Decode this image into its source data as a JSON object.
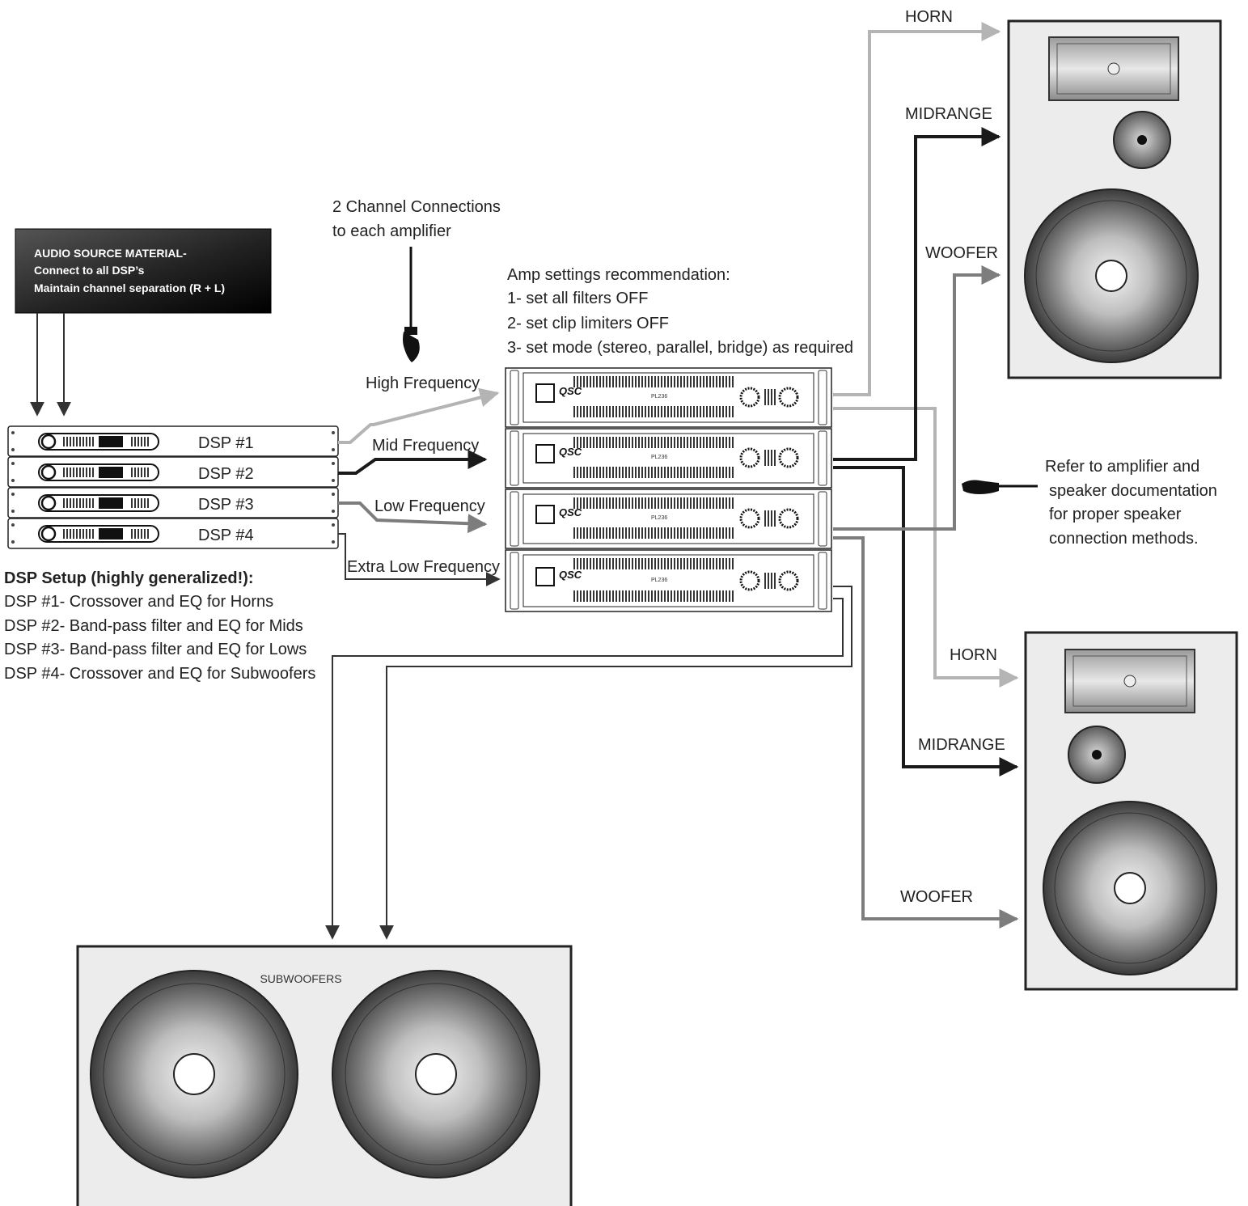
{
  "source_box": {
    "line1": "AUDIO SOURCE MATERIAL-",
    "line2": "Connect to all DSP’s",
    "line3": "Maintain channel separation (R + L)"
  },
  "dsp_units": [
    {
      "label": "DSP #1"
    },
    {
      "label": "DSP #2"
    },
    {
      "label": "DSP #3"
    },
    {
      "label": "DSP #4"
    }
  ],
  "dsp_setup": {
    "heading": "DSP Setup (highly generalized!):",
    "lines": [
      "DSP #1- Crossover and EQ for Horns",
      "DSP #2- Band-pass filter and EQ for Mids",
      "DSP #3- Band-pass filter and EQ for Lows",
      "DSP #4- Crossover and EQ for Subwoofers"
    ]
  },
  "channel_note": {
    "line1": "2 Channel Connections",
    "line2": "to each amplifier"
  },
  "amp_settings": {
    "heading": "Amp settings recommendation:",
    "lines": [
      "1- set all filters OFF",
      "2- set clip limiters OFF",
      "3- set mode (stereo, parallel, bridge) as required"
    ]
  },
  "freq_labels": {
    "high": "High Frequency",
    "mid": "Mid Frequency",
    "low": "Low Frequency",
    "xlow": "Extra Low Frequency"
  },
  "amp_brand": "QSC",
  "amp_model": "PL236",
  "speaker_top": {
    "horn": "HORN",
    "mid": "MIDRANGE",
    "woofer": "WOOFER"
  },
  "speaker_bottom": {
    "horn": "HORN",
    "mid": "MIDRANGE",
    "woofer": "WOOFER"
  },
  "refer_note": {
    "line1": "Refer to amplifier and",
    "line2": "speaker  documentation",
    "line3": "for proper speaker",
    "line4": "connection methods."
  },
  "subwoofer_label": "SUBWOOFERS",
  "colors": {
    "high": "#b4b4b4",
    "mid": "#1a1a1a",
    "low": "#7d7d7d",
    "xlow": "#333333",
    "cabinet": "#ececec"
  }
}
